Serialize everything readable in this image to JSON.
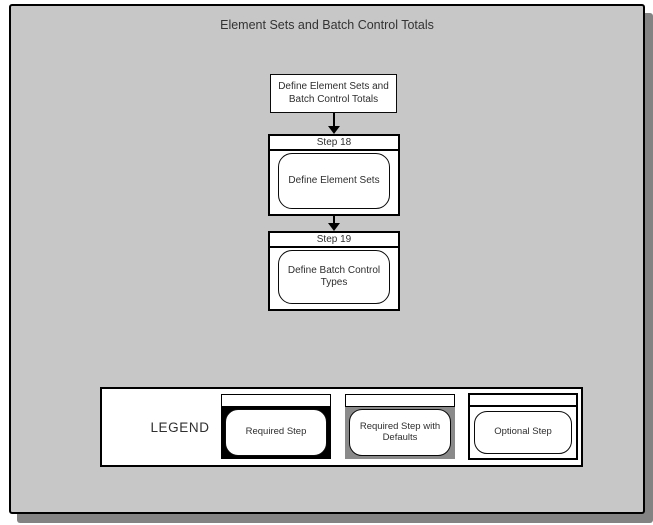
{
  "diagram": {
    "title": "Element Sets and Batch Control Totals",
    "start_box": "Define Element Sets and Batch Control Totals",
    "steps": [
      {
        "header": "Step 18",
        "label": "Define Element Sets"
      },
      {
        "header": "Step 19",
        "label": "Define Batch Control Types"
      }
    ]
  },
  "legend": {
    "title": "LEGEND",
    "items": [
      {
        "label": "Required Step",
        "type": "required",
        "body_color": "#000000"
      },
      {
        "label": "Required Step with Defaults",
        "type": "required_with_defaults",
        "body_color": "#8a8a8a"
      },
      {
        "label": "Optional Step",
        "type": "optional",
        "body_color": "#ffffff"
      }
    ]
  },
  "colors": {
    "canvas_background": "#ffffff",
    "panel_background": "#c7c7c7",
    "panel_border": "#000000",
    "panel_shadow": "#838383",
    "box_background": "#ffffff",
    "text": "#2e2e2e"
  }
}
